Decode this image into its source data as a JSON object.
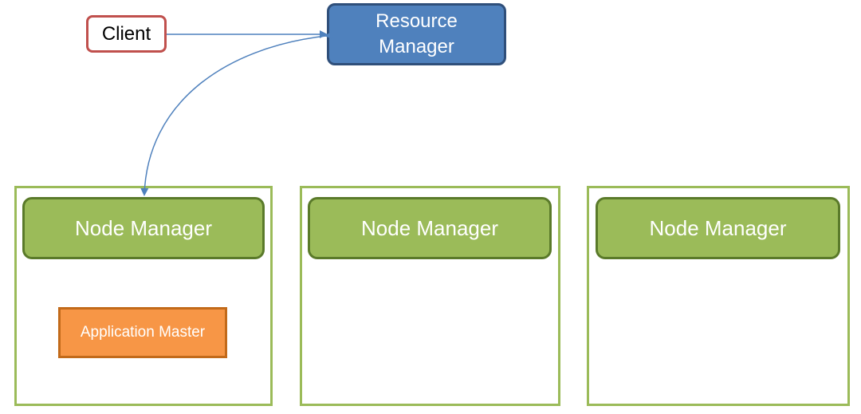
{
  "client": {
    "label": "Client"
  },
  "resource_manager": {
    "line1": "Resource",
    "line2": "Manager"
  },
  "nodes": [
    {
      "manager_label": "Node Manager",
      "application_master": "Application Master"
    },
    {
      "manager_label": "Node Manager"
    },
    {
      "manager_label": "Node Manager"
    }
  ],
  "colors": {
    "client_border": "#c0504d",
    "resource_manager_fill": "#4f81bd",
    "node_manager_fill": "#9bbb59",
    "node_border": "#9bbb59",
    "application_master_fill": "#f79646",
    "connector": "#4f81bd"
  }
}
